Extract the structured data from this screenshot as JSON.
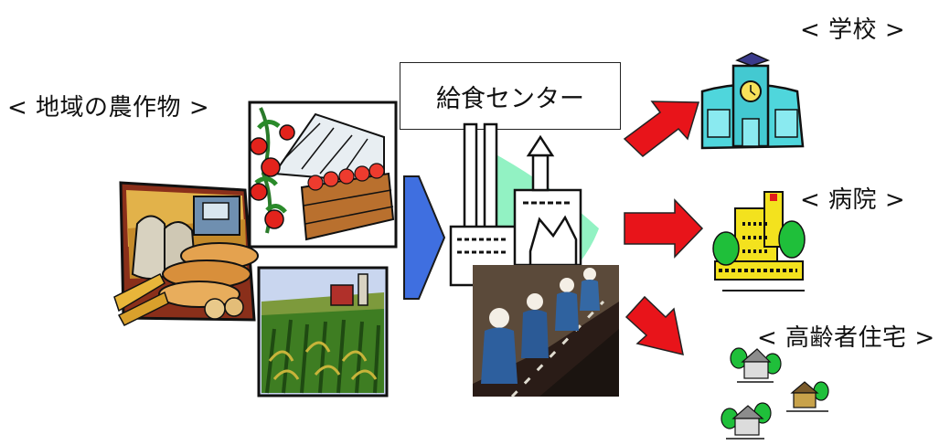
{
  "labels": {
    "crops": "< 地域の農作物 >",
    "center": "給食センター",
    "school": "< 学校 >",
    "hospital": "< 病院 >",
    "elderly": "< 高齢者住宅 >"
  },
  "colors": {
    "flow_arrow": "#3f6fe0",
    "delivery_arrow": "#e8141a",
    "school_body": "#4fd6dc",
    "hospital_body": "#f3e21e",
    "tree": "#1fbf3a"
  }
}
